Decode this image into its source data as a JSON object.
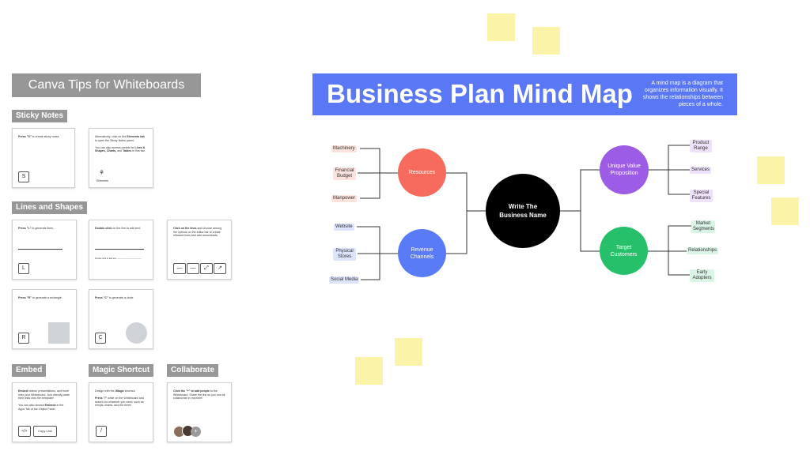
{
  "tips": {
    "title": "Canva Tips for Whiteboards",
    "sections": {
      "sticky_notes": "Sticky Notes",
      "lines_shapes": "Lines and Shapes",
      "embed": "Embed",
      "magic_shortcut": "Magic Shortcut",
      "collaborate": "Collaborate"
    },
    "cards": {
      "sticky1_bold": "Press \"S\"",
      "sticky1_text": " to create sticky notes.",
      "sticky1_key": "S",
      "sticky2_a": "Alternatively, click on the ",
      "sticky2_b": "Elements tab",
      "sticky2_c": " to open the Sticky Notes panel.",
      "sticky2_d": "You can also access panels for ",
      "sticky2_e": "Lines & Shapes, Charts,",
      "sticky2_f": " and ",
      "sticky2_g": "Tables",
      "sticky2_h": " in this tab.",
      "sticky2_elements": "Elements",
      "lines1_bold": "Press \"L\"",
      "lines1_text": " to generate lines.",
      "lines1_key": "L",
      "lines2_bold": "Double-click",
      "lines2_text": " on the line to add text.",
      "lines2_sample": "Double-click to add text",
      "lines3_bold": "Click on the lines",
      "lines3_text": " and choose among the options on the editor bar to create elbowed lines and add arrowheads.",
      "rect_bold": "Press \"R\"",
      "rect_text": " to generate a rectangle.",
      "rect_key": "R",
      "circle_bold": "Press \"C\"",
      "circle_text": " to generate a circle.",
      "circle_key": "C",
      "embed_bold": "Embed",
      "embed_text": " videos, presentations, and more onto your Whiteboard. Just directly paste their links onto the template!",
      "embed_text2": "You can also access ",
      "embed_bold2": "Embeds",
      "embed_text3": " in the Apps Tab of the Object Panel.",
      "embed_key": "</>",
      "embed_copy": "Copy Link",
      "magic_a": "Design with the ",
      "magic_b": "/Magic",
      "magic_c": " shortcut.",
      "magic_bold": "Press \"/\"",
      "magic_text": " while on the Whiteboard and search for whatever you need, such as emojis, charts, and the timer!",
      "magic_key": "/",
      "collab_bold": "Click the \"+\" to add people",
      "collab_text": " to the Whiteboard. Share the link so you can all collaborate in real time!"
    }
  },
  "mindmap": {
    "title": "Business Plan Mind Map",
    "description": "A mind map is a diagram that organizes information visually. It shows the relationships between pieces of a whole.",
    "center": "Write The Business Name",
    "branches": {
      "resources": "Resources",
      "revenue": "Revenue Channels",
      "uvp": "Unique Value Proposition",
      "target": "Target Customers"
    },
    "leaves": {
      "machinery": "Machinery",
      "financial_budget": "Financial Budget",
      "manpower": "Manpower",
      "website": "Website",
      "physical_stores": "Physical Stores",
      "social_media": "Social Media",
      "product_range": "Product Range",
      "services": "Services",
      "special_features": "Special Features",
      "market_segments": "Market Segments",
      "relationships": "Relationships",
      "early_adopters": "Early Adopters"
    }
  },
  "colors": {
    "banner": "#5a77f5",
    "resources": "#f76b5f",
    "revenue": "#5a7bf7",
    "uvp": "#9c5ce6",
    "target": "#27c06a",
    "center": "#000000",
    "sticky": "#fbf3a7"
  }
}
